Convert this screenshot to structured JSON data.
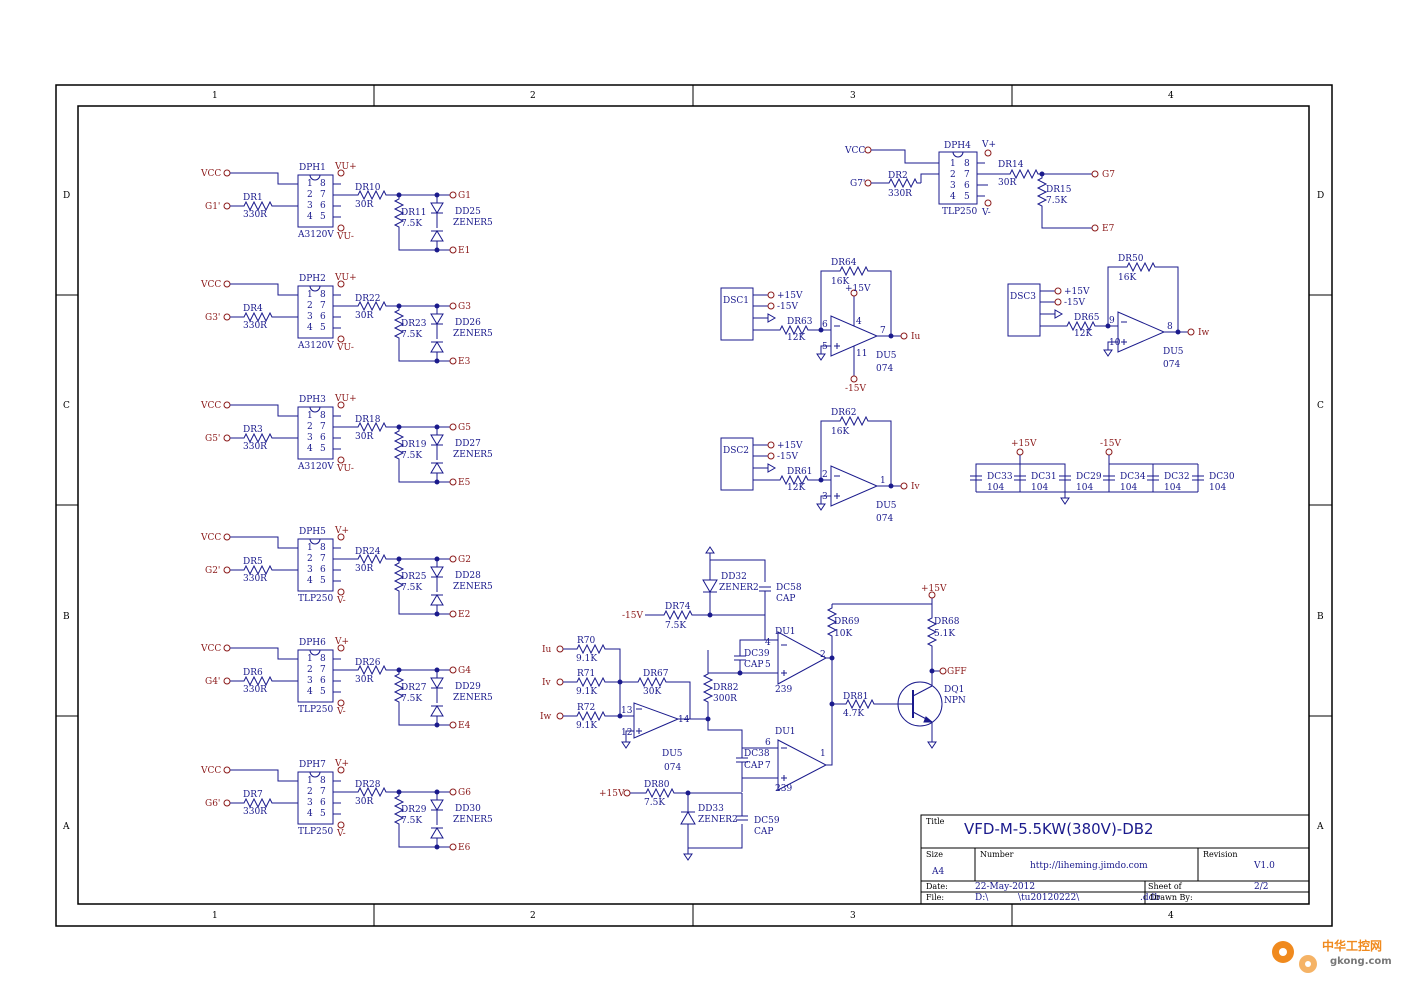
{
  "zones": {
    "columns": [
      "1",
      "2",
      "3",
      "4"
    ],
    "rows": [
      "D",
      "C",
      "B",
      "A"
    ]
  },
  "title_block": {
    "title_label": "Title",
    "title": "VFD-M-5.5KW(380V)-DB2",
    "size_label": "Size",
    "size": "A4",
    "number_label": "Number",
    "number": "http://liheming.jimdo.com",
    "revision_label": "Revision",
    "revision": "V1.0",
    "date_label": "Date:",
    "date": "22-May-2012",
    "sheet_label": "Sheet    of",
    "sheet": "2/2",
    "file_label": "File:",
    "file_drive": "D:\\",
    "file_path": "\\tu20120222\\",
    "file_ext": ".ddb",
    "drawn_label": "Drawn By:"
  },
  "optocouplers": [
    {
      "name": "DPH1",
      "part": "A3120V",
      "in_res": "DR1",
      "in_val": "330R",
      "in_net": "G1'",
      "vp": "VU+",
      "vn": "VU-",
      "out_res": "DR10",
      "out_val": "30R",
      "pd_res": "DR11",
      "pd_val": "7.5K",
      "zener": "DD25",
      "zener_val": "ZENER5",
      "g": "G1",
      "e": "E1"
    },
    {
      "name": "DPH2",
      "part": "A3120V",
      "in_res": "DR4",
      "in_val": "330R",
      "in_net": "G3'",
      "vp": "VU+",
      "vn": "VU-",
      "out_res": "DR22",
      "out_val": "30R",
      "pd_res": "DR23",
      "pd_val": "7.5K",
      "zener": "DD26",
      "zener_val": "ZENER5",
      "g": "G3",
      "e": "E3"
    },
    {
      "name": "DPH3",
      "part": "A3120V",
      "in_res": "DR3",
      "in_val": "330R",
      "in_net": "G5'",
      "vp": "VU+",
      "vn": "VU-",
      "out_res": "DR18",
      "out_val": "30R",
      "pd_res": "DR19",
      "pd_val": "7.5K",
      "zener": "DD27",
      "zener_val": "ZENER5",
      "g": "G5",
      "e": "E5"
    },
    {
      "name": "DPH5",
      "part": "TLP250",
      "in_res": "DR5",
      "in_val": "330R",
      "in_net": "G2'",
      "vp": "V+",
      "vn": "V-",
      "out_res": "DR24",
      "out_val": "30R",
      "pd_res": "DR25",
      "pd_val": "7.5K",
      "zener": "DD28",
      "zener_val": "ZENER5",
      "g": "G2",
      "e": "E2"
    },
    {
      "name": "DPH6",
      "part": "TLP250",
      "in_res": "DR6",
      "in_val": "330R",
      "in_net": "G4'",
      "vp": "V+",
      "vn": "V-",
      "out_res": "DR26",
      "out_val": "30R",
      "pd_res": "DR27",
      "pd_val": "7.5K",
      "zener": "DD29",
      "zener_val": "ZENER5",
      "g": "G4",
      "e": "E4"
    },
    {
      "name": "DPH7",
      "part": "TLP250",
      "in_res": "DR7",
      "in_val": "330R",
      "in_net": "G6'",
      "vp": "V+",
      "vn": "V-",
      "out_res": "DR28",
      "out_val": "30R",
      "pd_res": "DR29",
      "pd_val": "7.5K",
      "zener": "DD30",
      "zener_val": "ZENER5",
      "g": "G6",
      "e": "E6"
    }
  ],
  "opto_vcc": "VCC",
  "dph4": {
    "name": "DPH4",
    "part": "TLP250",
    "vcc": "VCC",
    "in_net": "G7'",
    "in_res": "DR2",
    "in_val": "330R",
    "vp": "V+",
    "vn": "V-",
    "out_res": "DR14",
    "out_val": "30R",
    "pd_res": "DR15",
    "pd_val": "7.5K",
    "g": "G7",
    "e": "E7"
  },
  "current_sensors": [
    {
      "conn": "DSC1",
      "p15": "+15V",
      "n15": "-15V",
      "rin": "DR63",
      "rin_val": "12K",
      "rf": "DR64",
      "rf_val": "16K",
      "in_pin": "6",
      "gnd_pin": "5",
      "out_pin": "7",
      "vcc_pin": "4",
      "vee_pin": "11",
      "vcc": "+15V",
      "vee": "-15V",
      "chip": "DU5",
      "chip_val": "074",
      "out": "Iu"
    },
    {
      "conn": "DSC2",
      "p15": "+15V",
      "n15": "-15V",
      "rin": "DR61",
      "rin_val": "12K",
      "rf": "DR62",
      "rf_val": "16K",
      "in_pin": "2",
      "gnd_pin": "3",
      "out_pin": "1",
      "chip": "DU5",
      "chip_val": "074",
      "out": "Iv"
    },
    {
      "conn": "DSC3",
      "p15": "+15V",
      "n15": "-15V",
      "rin": "DR65",
      "rin_val": "12K",
      "rf": "DR50",
      "rf_val": "16K",
      "in_pin": "9",
      "gnd_pin": "10",
      "out_pin": "8",
      "chip": "DU5",
      "chip_val": "074",
      "out": "Iw"
    }
  ],
  "decoupling": {
    "p15": "+15V",
    "n15": "-15V",
    "caps": [
      {
        "name": "DC33",
        "val": "104"
      },
      {
        "name": "DC31",
        "val": "104"
      },
      {
        "name": "DC29",
        "val": "104"
      },
      {
        "name": "DC34",
        "val": "104"
      },
      {
        "name": "DC32",
        "val": "104"
      },
      {
        "name": "DC30",
        "val": "104"
      }
    ]
  },
  "fault_circuit": {
    "inputs": [
      {
        "net": "Iu",
        "res": "R70",
        "val": "9.1K"
      },
      {
        "net": "Iv",
        "res": "R71",
        "val": "9.1K"
      },
      {
        "net": "Iw",
        "res": "R72",
        "val": "9.1K"
      }
    ],
    "sum_rf": "DR67",
    "sum_rf_val": "30K",
    "sum_pins": {
      "neg": "13",
      "pos": "12",
      "out": "14"
    },
    "sum_chip": "DU5",
    "sum_chip_val": "074",
    "dr82": "DR82",
    "dr82_val": "300R",
    "n15": "-15V",
    "dr74": "DR74",
    "dr74_val": "7.5K",
    "dd32": "DD32",
    "dd32_val": "ZENER2",
    "dc58": "DC58",
    "dc58_val": "CAP",
    "dc39": "DC39",
    "dc39_val": "CAP",
    "cmp1": {
      "chip": "DU1",
      "val": "239",
      "pin_a": "4",
      "pin_b": "5",
      "out": "2"
    },
    "dc38": "DC38",
    "dc38_val": "CAP",
    "cmp2": {
      "chip": "DU1",
      "val": "239",
      "pin_a": "6",
      "pin_b": "7",
      "out": "1"
    },
    "p15": "+15V",
    "dr80": "DR80",
    "dr80_val": "7.5K",
    "dd33": "DD33",
    "dd33_val": "ZENER2",
    "dc59": "DC59",
    "dc59_val": "CAP",
    "dr69": "DR69",
    "dr69_val": "10K",
    "dr81": "DR81",
    "dr81_val": "4.7K",
    "vcc": "+15V",
    "dr68": "DR68",
    "dr68_val": "5.1K",
    "gff": "GFF",
    "q": "DQ1",
    "q_val": "NPN"
  },
  "watermark": {
    "line1": "中华工控网",
    "line2": "gkong.com"
  },
  "colors": {
    "wire": "#1a1a8c",
    "frame": "#000000",
    "netlabel": "#8b1a1a",
    "watermark_orange": "#f08a1e"
  }
}
